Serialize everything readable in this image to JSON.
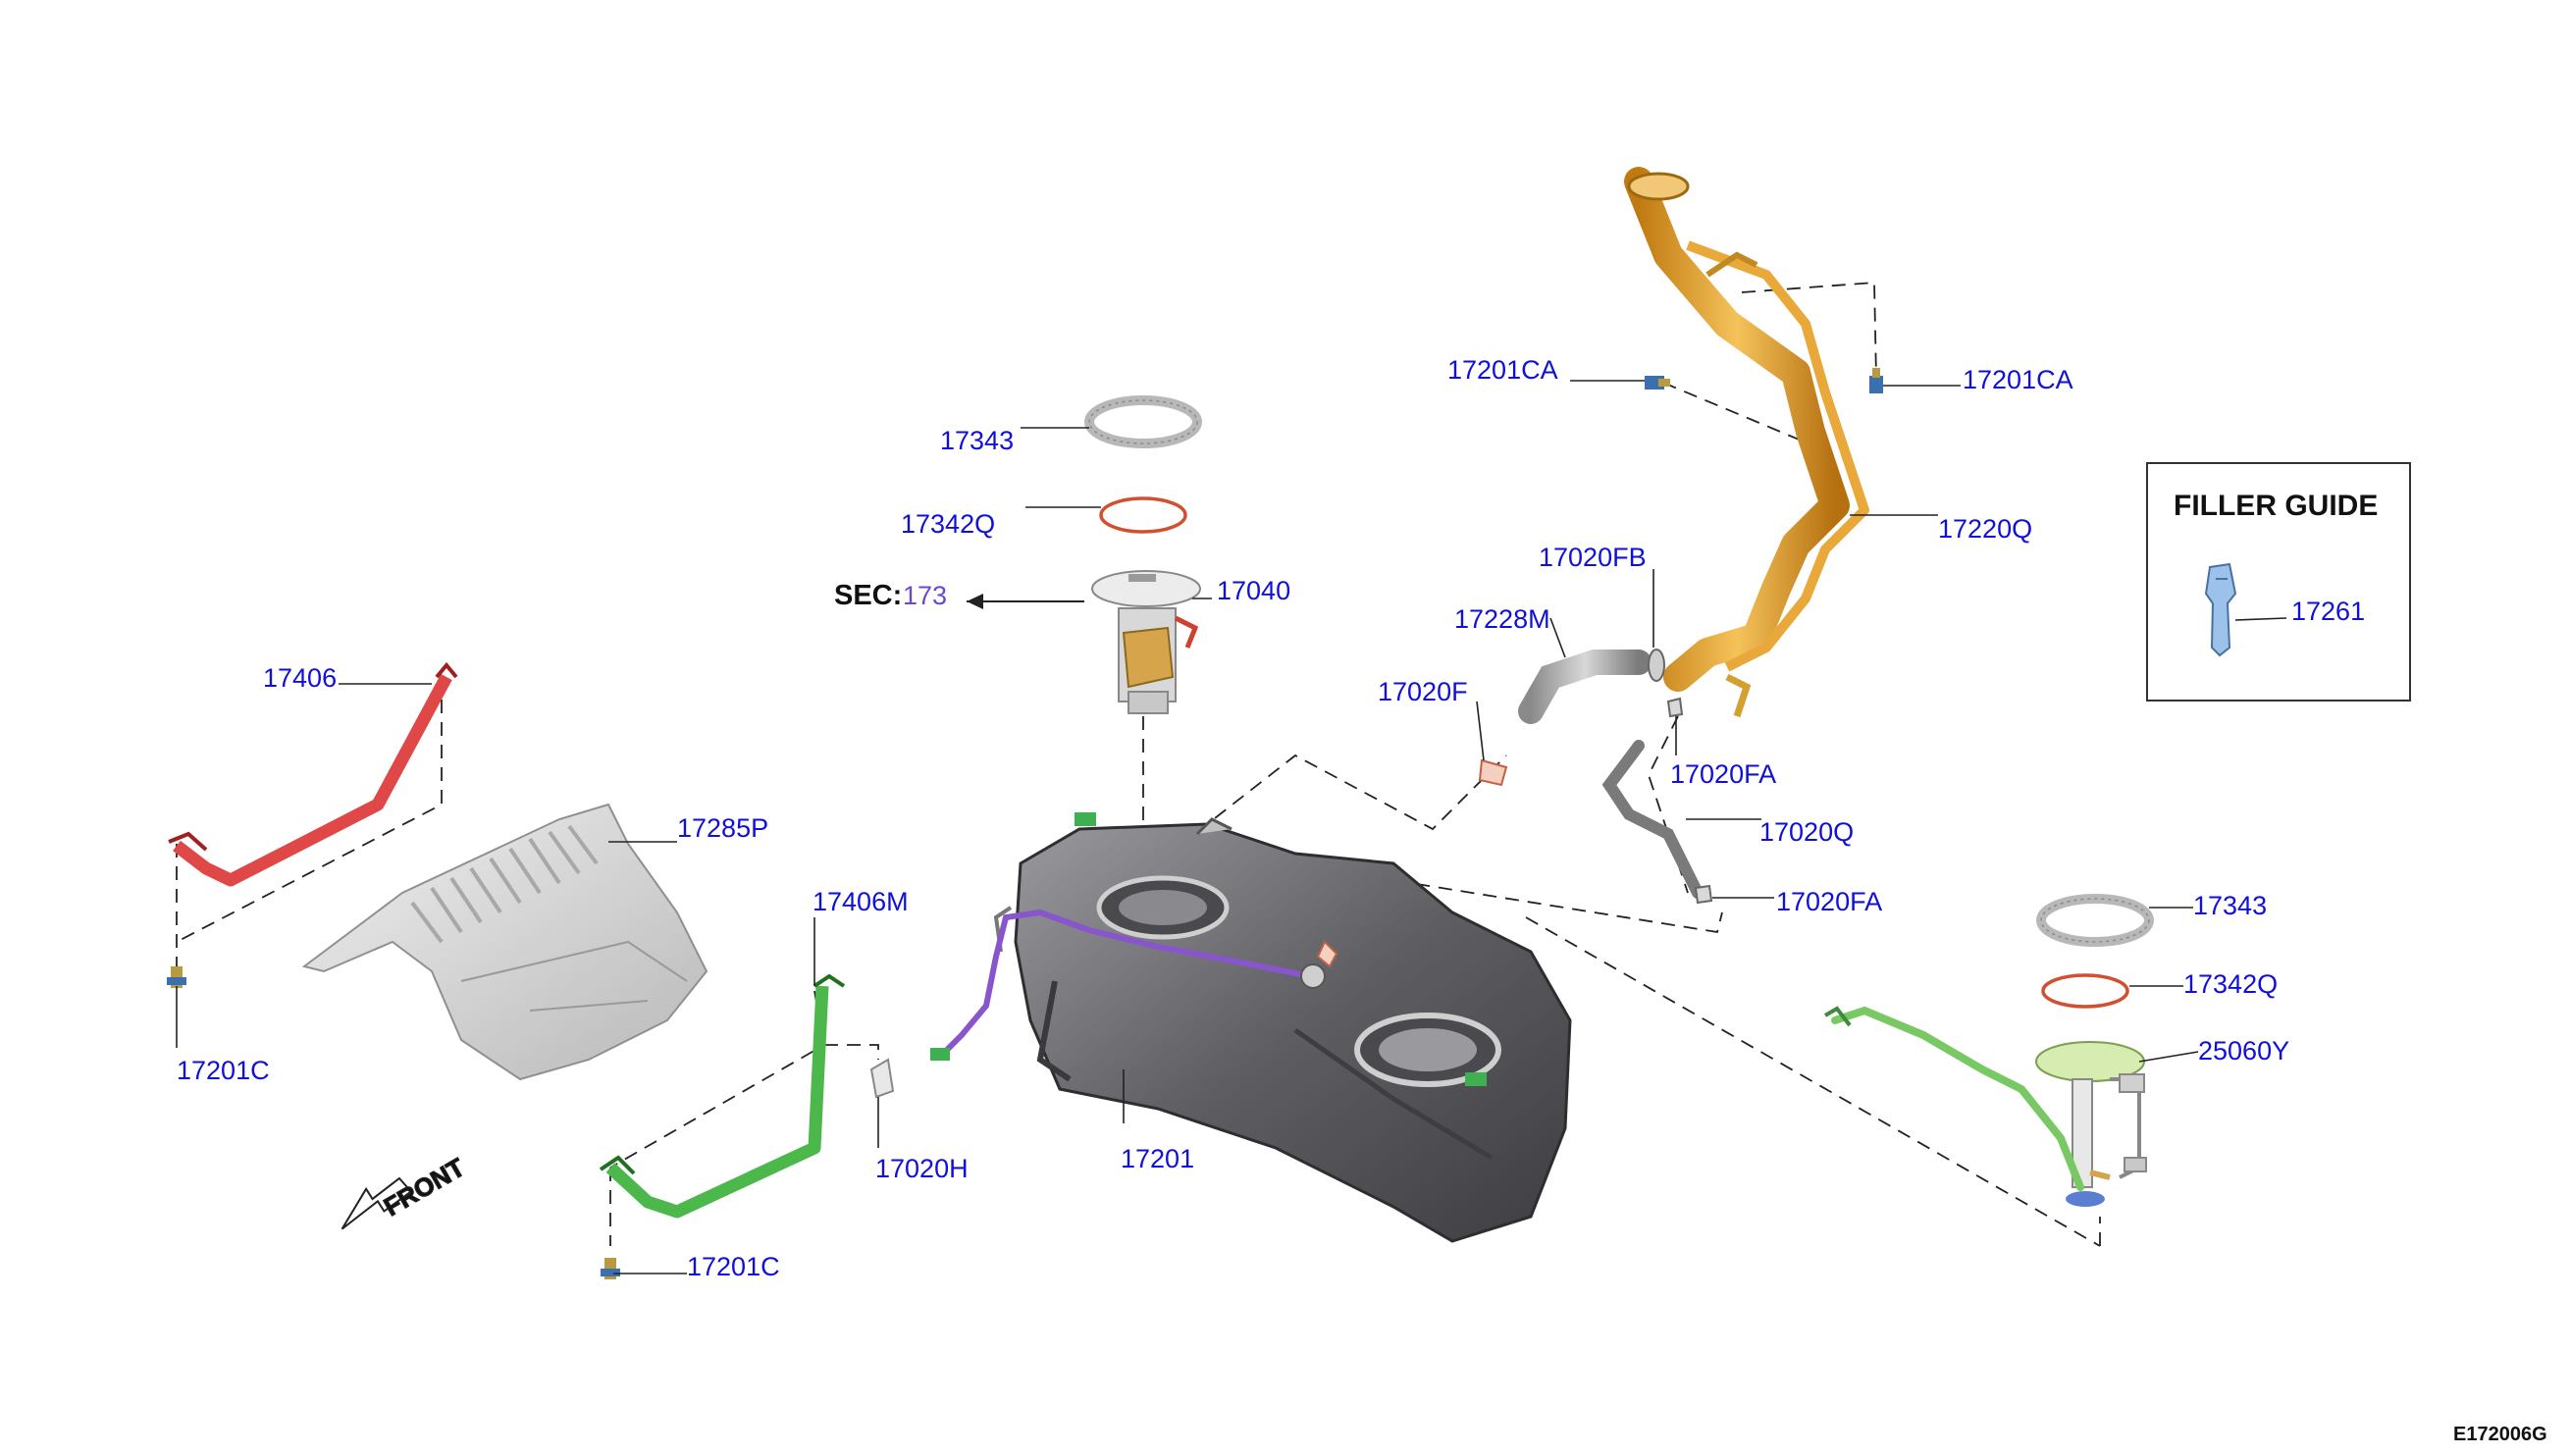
{
  "diagram_code": "E172006G",
  "filler_guide": {
    "title": "FILLER GUIDE",
    "part": "17261"
  },
  "sec": {
    "prefix": "SEC:",
    "ref": "173"
  },
  "front": "FRONT",
  "colors": {
    "label": "#1010d8",
    "filler_pipe": "#e8a93a",
    "strap_left": "#e04848",
    "strap_center": "#4cb84c",
    "tube_right": "#78c864",
    "wire": "#8855cc",
    "oring": "#d05030",
    "tank": "#6e6e72"
  },
  "labels": {
    "p17343_top": "17343",
    "p17342q_top": "17342Q",
    "p17040": "17040",
    "p17406": "17406",
    "p17285p": "17285P",
    "p17201c_left": "17201C",
    "p17406m": "17406M",
    "p17020h": "17020H",
    "p17201": "17201",
    "p17201c_bottom": "17201C",
    "p17201ca_left": "17201CA",
    "p17201ca_right": "17201CA",
    "p17220q": "17220Q",
    "p17020fb": "17020FB",
    "p17228m": "17228M",
    "p17020f": "17020F",
    "p17020fa_mid": "17020FA",
    "p17020q": "17020Q",
    "p17020fa_low": "17020FA",
    "p17343_right": "17343",
    "p17342q_right": "17342Q",
    "p25060y": "25060Y"
  }
}
